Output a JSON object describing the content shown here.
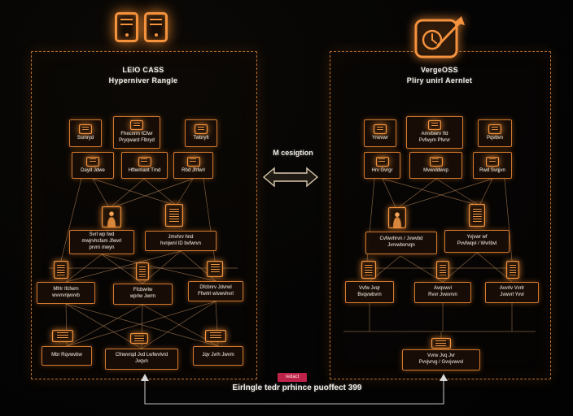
{
  "center": {
    "label": "M cesigtion"
  },
  "footer": {
    "caption": "Eirlngle tedr prhince puoffect 399",
    "badge": "redact"
  },
  "colors": {
    "accent_orange": "#f5923e",
    "badge_red": "#bf2248",
    "background": "#030303",
    "wire": "#a97c52"
  },
  "icons": {
    "top_left": "server-towers-icon",
    "top_right": "migration-badge-icon",
    "center": "bidirectional-arrow-icon"
  },
  "left_panel": {
    "title": "LEIO CASS",
    "subtitle": "Hyperniver Rangle",
    "row1": [
      {
        "label": "Ssmryd",
        "icon": "document-icon"
      },
      {
        "label": "Fhecnrm ICfwr\nPryqward Flbryd",
        "icon": "document-icon"
      },
      {
        "label": "Twbryft",
        "icon": "document-icon"
      }
    ],
    "row2": [
      {
        "label": "Dayd Jdwe",
        "icon": "document-icon"
      },
      {
        "label": "Hfbemant Tmd",
        "icon": "document-icon"
      },
      {
        "label": "Rbd Jfrfwrl",
        "icon": "document-icon"
      }
    ],
    "mid": [
      {
        "label": "Svrl wp fwd\nmwjrvhcfam Jfwvrl\nprvrn mwyn",
        "icon": "user-icon"
      },
      {
        "label": "Jmvhrv hnd\nhvnjwnl ID bvfwrvn",
        "icon": "list-icon"
      }
    ],
    "row4": [
      {
        "label": "Mfrlr Ifcfwrn\nwvvrvnjwvvb",
        "icon": "lock-icon"
      },
      {
        "label": "Ffcbwrlw\nwprlw Jwrm",
        "icon": "server-icon"
      },
      {
        "label": "Dfcbnrv Jdvrwl\nFfwrlrl wlvwvhvrl",
        "icon": "list-icon"
      }
    ],
    "row5": [
      {
        "label": "Mbr Rqvwvbw",
        "icon": "server-icon"
      },
      {
        "label": "Cfnwvrqd Jvd Lwfwvlvrd\nJvqvn",
        "icon": "server-icon"
      },
      {
        "label": "Jqv Jvrh Jwvm",
        "icon": "server-icon"
      }
    ]
  },
  "right_panel": {
    "title": "VergeOSS",
    "subtitle": "Pliry unirl Aernlet",
    "row1": [
      {
        "label": "Yrwvwr",
        "icon": "document-icon"
      },
      {
        "label": "Amvbwrv Ifd\nPvfwym Pfvrvr",
        "icon": "document-icon"
      },
      {
        "label": "Pqvbvn",
        "icon": "document-icon"
      }
    ],
    "row2": [
      {
        "label": "Hrv Gvrgr",
        "icon": "document-icon"
      },
      {
        "label": "Mvwvldwvp",
        "icon": "document-icon"
      },
      {
        "label": "Rwd Svqjvn",
        "icon": "document-icon"
      }
    ],
    "mid": [
      {
        "label": "Cvfwvhrvn / Jvwvbd\nJvrvwbvrvqn",
        "icon": "user-icon"
      },
      {
        "label": "Yvjvwr wf\nPvvfwqvl / Wvrlbvl",
        "icon": "list-icon"
      }
    ],
    "row4": [
      {
        "label": "Vvfw Jvqr\nBvqvwbvrn",
        "icon": "lock-icon"
      },
      {
        "label": "Avqvwvl\nRvvr Jvwvrvn",
        "icon": "list-icon"
      },
      {
        "label": "Avvrlv Vvrlr\nJvwvrl Yvvl",
        "icon": "database-icon"
      }
    ],
    "bottom": {
      "label": "Vvrw Jvq Jvr\nPvvjvrvg / Gvvjvwvvl",
      "icon": "server-icon"
    }
  }
}
